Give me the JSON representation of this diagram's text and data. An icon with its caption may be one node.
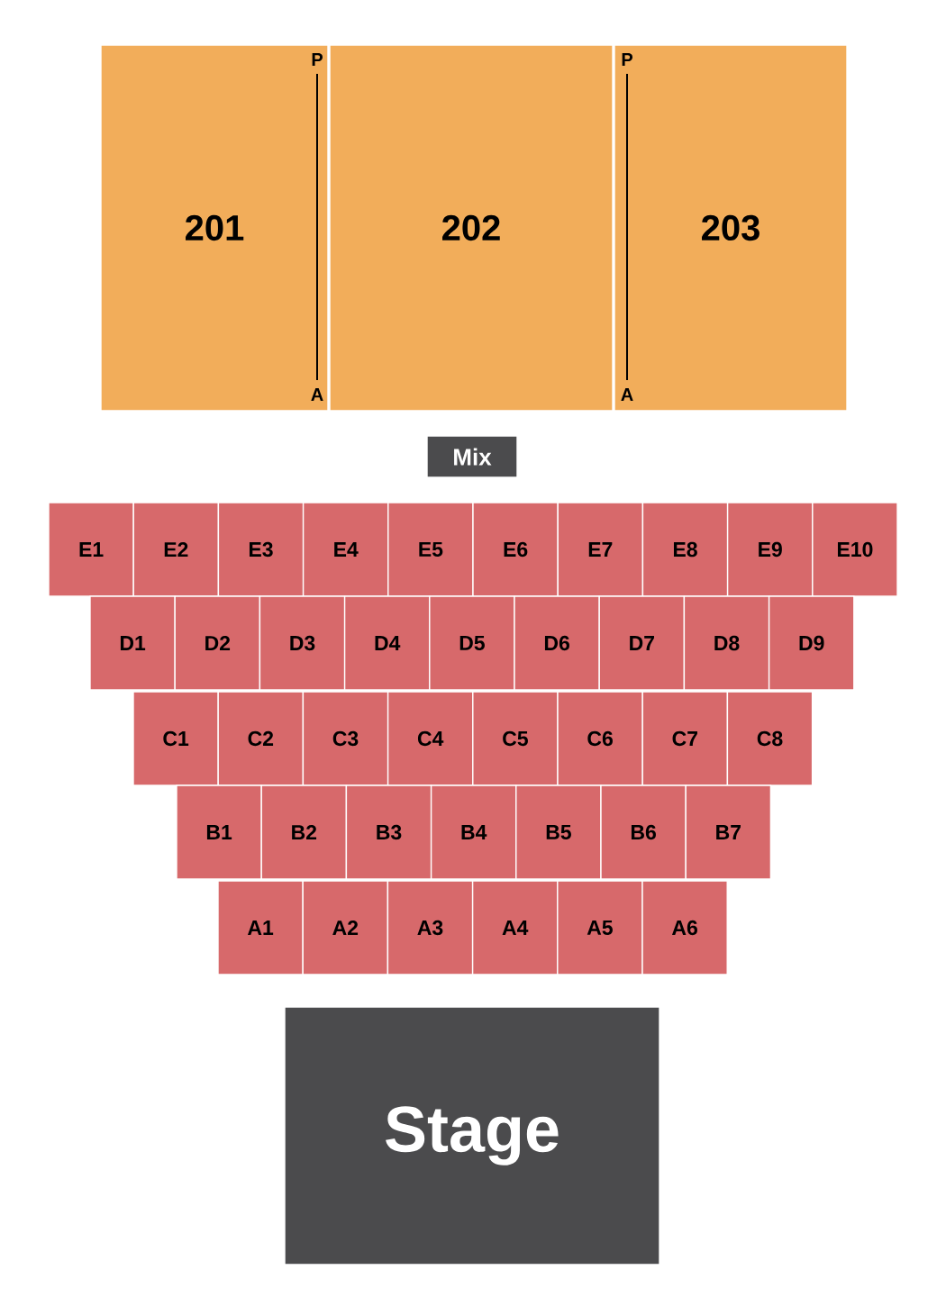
{
  "diagram": {
    "nodes": [
      {
        "text": [
          "201"
        ]
      },
      {
        "text": [
          "202"
        ]
      },
      {
        "text": [
          "203"
        ]
      },
      {
        "text": [
          "Mix"
        ]
      },
      {
        "text": [
          "E1"
        ]
      },
      {
        "text": [
          "E2"
        ]
      },
      {
        "text": [
          "E3"
        ]
      },
      {
        "text": [
          "E4"
        ]
      },
      {
        "text": [
          "E5"
        ]
      },
      {
        "text": [
          "E6"
        ]
      },
      {
        "text": [
          "E7"
        ]
      },
      {
        "text": [
          "E8"
        ]
      },
      {
        "text": [
          "E9"
        ]
      },
      {
        "text": [
          "E10"
        ]
      },
      {
        "text": [
          "D1"
        ]
      },
      {
        "text": [
          "D2"
        ]
      },
      {
        "text": [
          "D3"
        ]
      },
      {
        "text": [
          "D4"
        ]
      },
      {
        "text": [
          "D5"
        ]
      },
      {
        "text": [
          "D6"
        ]
      },
      {
        "text": [
          "D7"
        ]
      },
      {
        "text": [
          "D8"
        ]
      },
      {
        "text": [
          "D9"
        ]
      },
      {
        "text": [
          "C1"
        ]
      },
      {
        "text": [
          "C2"
        ]
      },
      {
        "text": [
          "C3"
        ]
      },
      {
        "text": [
          "C4"
        ]
      },
      {
        "text": [
          "C5"
        ]
      },
      {
        "text": [
          "C6"
        ]
      },
      {
        "text": [
          "C7"
        ]
      },
      {
        "text": [
          "C8"
        ]
      },
      {
        "text": [
          "B1"
        ]
      },
      {
        "text": [
          "B2"
        ]
      },
      {
        "text": [
          "B3"
        ]
      },
      {
        "text": [
          "B4"
        ]
      },
      {
        "text": [
          "B5"
        ]
      },
      {
        "text": [
          "B6"
        ]
      },
      {
        "text": [
          "B7"
        ]
      },
      {
        "text": [
          "A1"
        ]
      },
      {
        "text": [
          "A2"
        ]
      },
      {
        "text": [
          "A3"
        ]
      },
      {
        "text": [
          "A4"
        ]
      },
      {
        "text": [
          "A5"
        ]
      },
      {
        "text": [
          "A6"
        ]
      },
      {
        "text": [
          "Stage"
        ]
      }
    ],
    "labels": [
      "P",
      "A",
      "P",
      "A"
    ]
  }
}
